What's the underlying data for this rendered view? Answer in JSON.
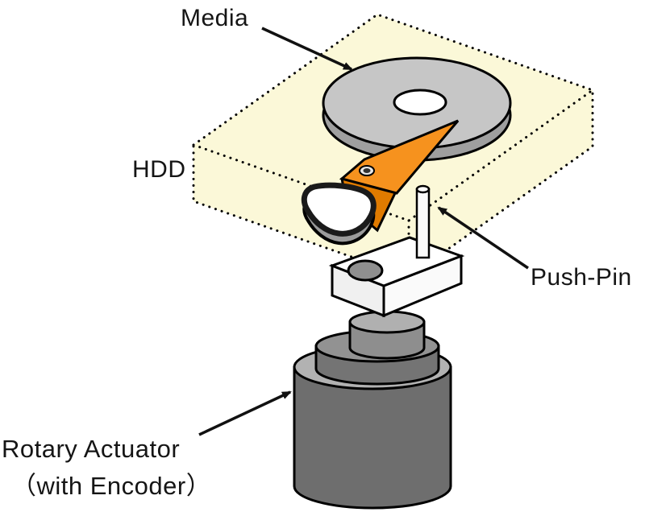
{
  "diagram": {
    "title": "HDD rotary actuator test diagram",
    "labels": {
      "media": "Media",
      "hdd": "HDD",
      "push_pin": "Push-Pin",
      "rotary_actuator_line1": "Rotary Actuator",
      "rotary_actuator_line2": "（with Encoder）"
    },
    "colors": {
      "background": "#FFFFFF",
      "outline": "#000000",
      "hdd_box_fill": "#FBF8D8",
      "media_disk_top": "#C6C6C6",
      "media_disk_side": "#9F9F9F",
      "arm_fill": "#F6921E",
      "arm_shade": "#E07B00",
      "pad_fill": "#FFFFFF",
      "cylinder_dark": "#6E6E6E",
      "cylinder_light": "#B2B2B2"
    }
  }
}
